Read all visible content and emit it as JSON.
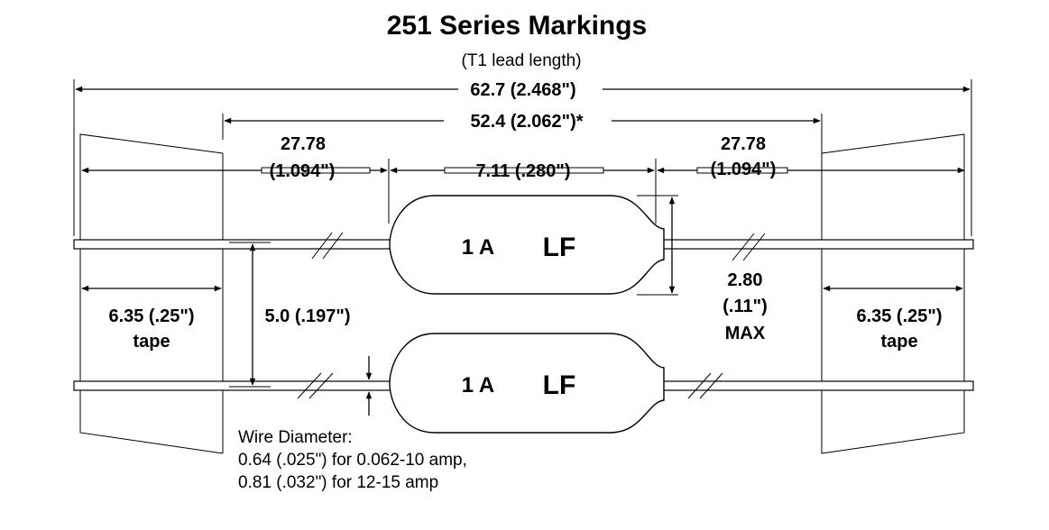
{
  "title": "251 Series Markings",
  "subtitle": "(T1 lead length)",
  "dims": {
    "overall": "62.7 (2.468\")",
    "inner": "52.4 (2.062\")*",
    "lead_left_mm": "27.78",
    "lead_left_in": "(1.094\")",
    "body_length": "7.11 (.280\")",
    "lead_right_mm": "27.78",
    "lead_right_in": "(1.094\")",
    "tape_left": "6.35 (.25\")",
    "tape_left_label": "tape",
    "pitch": "5.0 (.197\")",
    "diameter_mm": "2.80",
    "diameter_in": "(.11\")",
    "diameter_max": "MAX",
    "tape_right": "6.35 (.25\")",
    "tape_right_label": "tape"
  },
  "components": [
    {
      "rating": "1 A",
      "logo": "LF"
    },
    {
      "rating": "1 A",
      "logo": "LF"
    }
  ],
  "wire_note": {
    "line1": "Wire Diameter:",
    "line2": "0.64 (.025\") for 0.062-10 amp,",
    "line3": "0.81 (.032\") for 12-15 amp"
  }
}
